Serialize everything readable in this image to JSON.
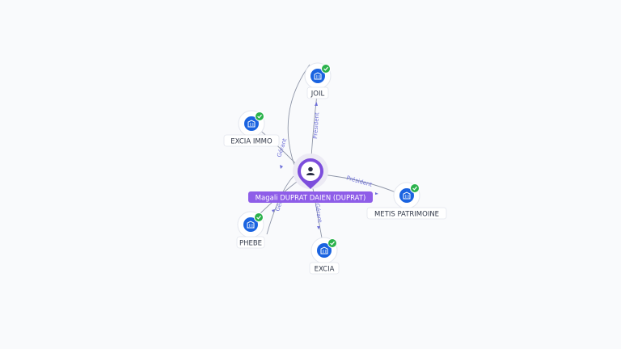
{
  "colors": {
    "background": "#f9fafc",
    "person_accent": "#7c4ddc",
    "person_label_bg": "#8e5de8",
    "company_icon_bg": "#1a63e0",
    "verified_badge": "#2bb24c",
    "edge": "#8f96a8",
    "edge_label": "#6d6fd8"
  },
  "center_person": {
    "name": "Magali DUPRAT DAIEN (DUPRAT)",
    "icon": "person-icon"
  },
  "companies": [
    {
      "id": "joil",
      "name": "JOIL",
      "icon": "building-icon",
      "verified": true
    },
    {
      "id": "excia-immo",
      "name": "EXCIA IMMO",
      "icon": "building-icon",
      "verified": true
    },
    {
      "id": "metis",
      "name": "METIS PATRIMOINE",
      "icon": "building-icon",
      "verified": true
    },
    {
      "id": "phebe",
      "name": "PHEBE",
      "icon": "building-icon",
      "verified": true
    },
    {
      "id": "excia",
      "name": "EXCIA",
      "icon": "building-icon",
      "verified": true
    }
  ],
  "relations": [
    {
      "to": "joil",
      "label": "Président"
    },
    {
      "to": "excia-immo",
      "label": "Gérant"
    },
    {
      "to": "metis",
      "label": "Président"
    },
    {
      "to": "phebe",
      "label": "Gérant"
    },
    {
      "to": "excia",
      "label": "Gérant"
    }
  ]
}
